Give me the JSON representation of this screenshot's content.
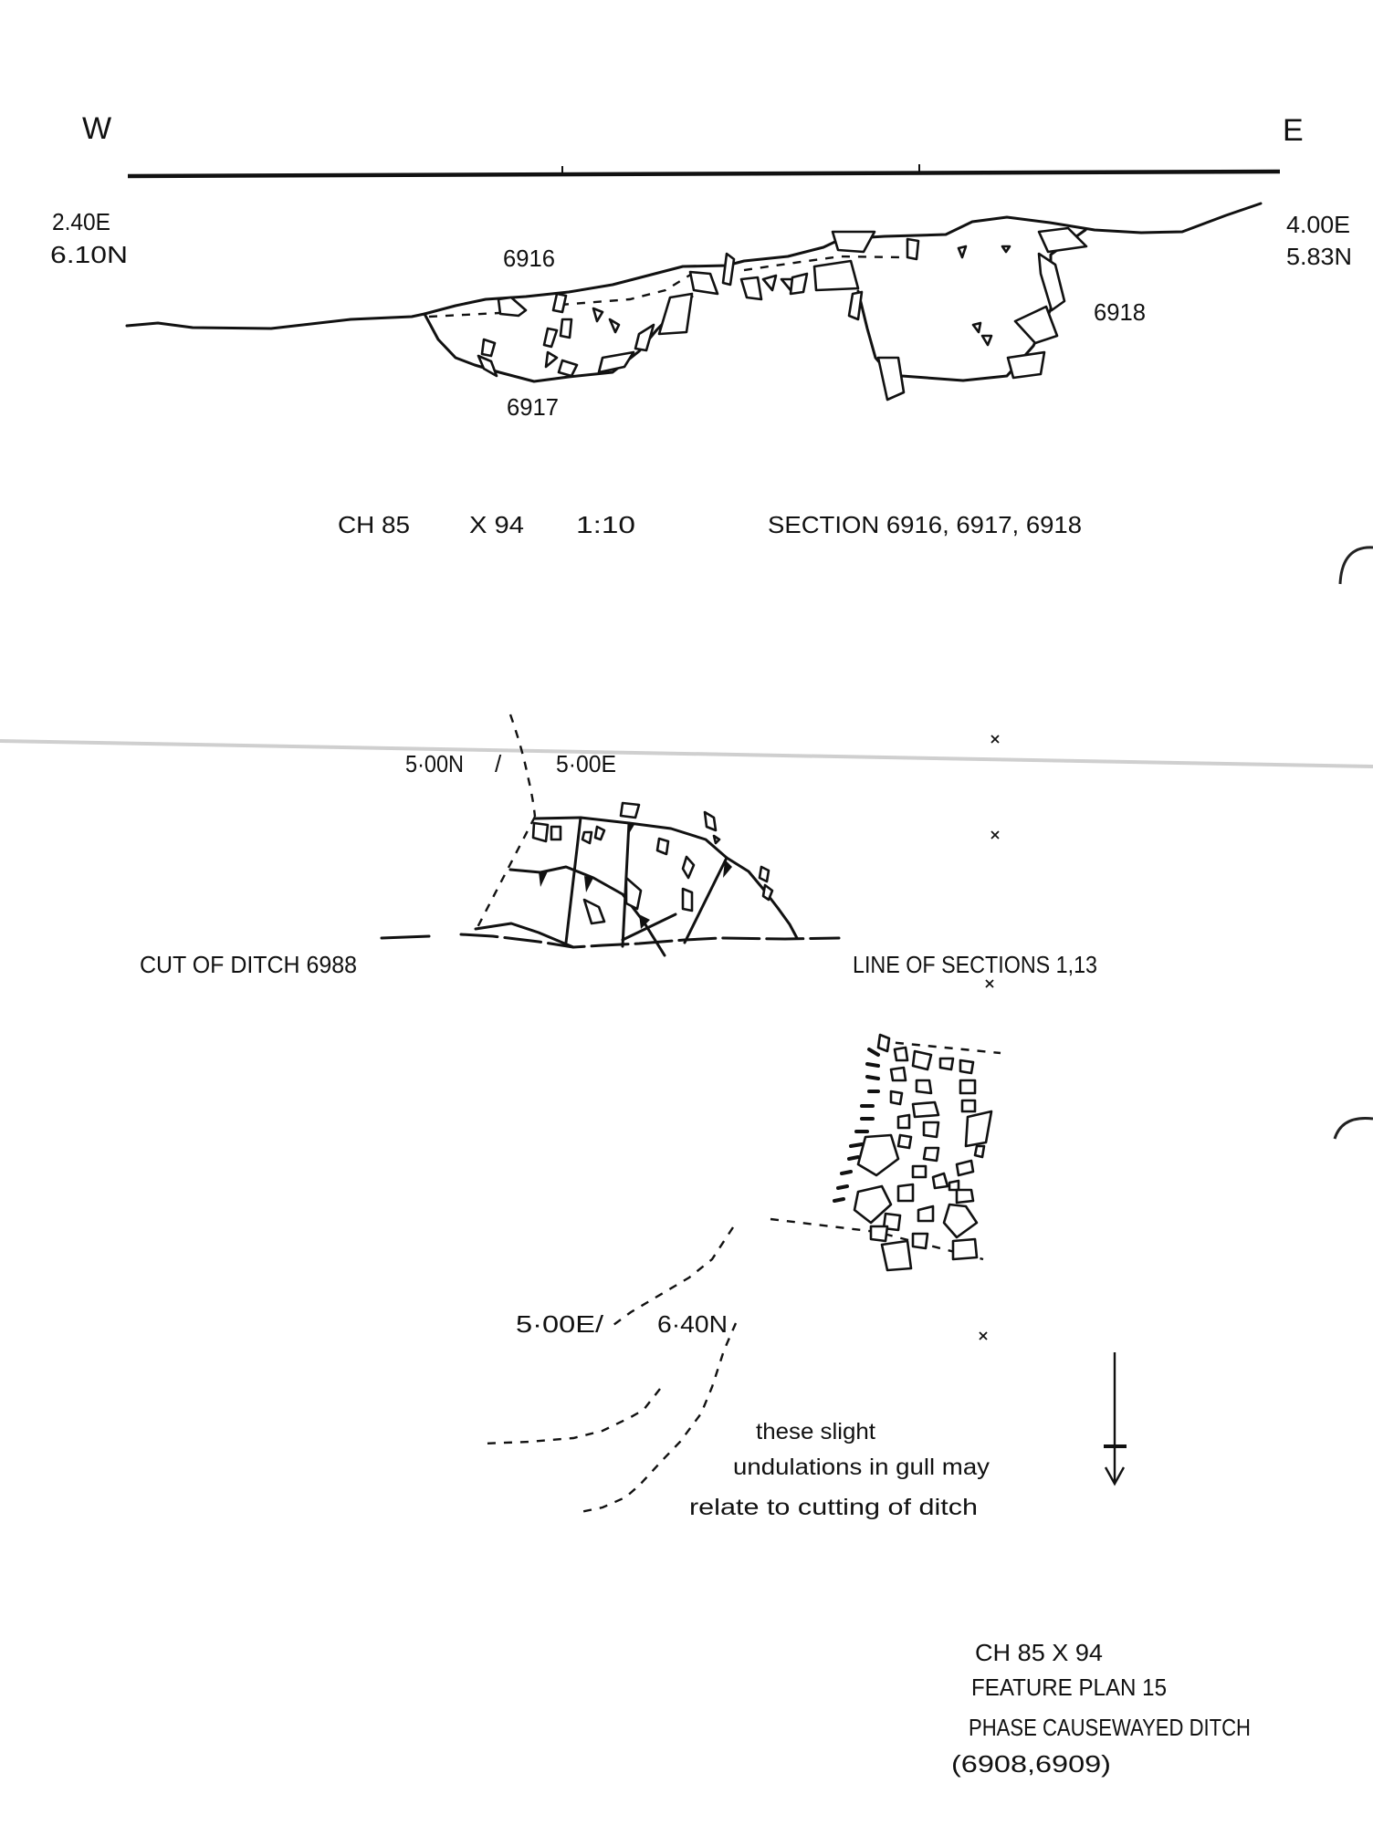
{
  "section": {
    "west_label": "W",
    "east_label": "E",
    "west_coord_e": "2.40E",
    "west_coord_n": "6.10N",
    "east_coord_e": "4.00E",
    "east_coord_n": "5.83N",
    "context_6916": "6916",
    "context_6917": "6917",
    "context_6918": "6918"
  },
  "section_caption": {
    "site": "CH 85",
    "trench": "X 94",
    "scale": "1:10",
    "title": "SECTION 6916, 6917, 6918"
  },
  "plan": {
    "coord_n": "5·00N",
    "separator": "/",
    "coord_e": "5·00E",
    "cut_label": "CUT OF DITCH 6988",
    "sections_label": "LINE OF SECTIONS 1,13",
    "lower_coord_e": "5·00E/",
    "lower_coord_n": "6·40N",
    "note_line1": "these slight",
    "note_line2": "undulations in gull may",
    "note_line3": "relate to cutting of ditch"
  },
  "title_block": {
    "line1": "CH 85  X 94",
    "line2": "FEATURE PLAN 15",
    "line3": "PHASE CAUSEWAYED DITCH",
    "line4": "(6908,6909)"
  }
}
